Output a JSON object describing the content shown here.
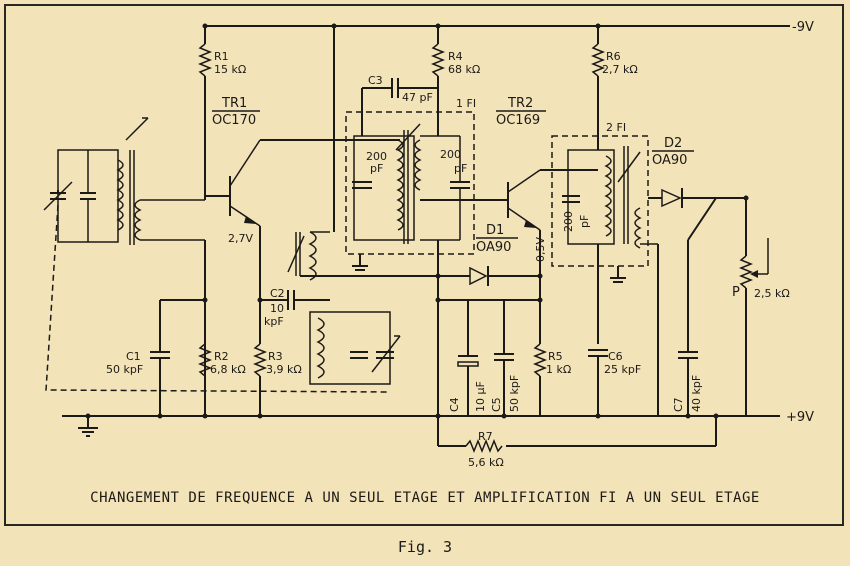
{
  "supply": {
    "neg": "-9V",
    "pos": "+9V"
  },
  "components": {
    "R1": {
      "ref": "R1",
      "value": "15 kΩ"
    },
    "R2": {
      "ref": "R2",
      "value": "6,8 kΩ"
    },
    "R3": {
      "ref": "R3",
      "value": "3,9 kΩ"
    },
    "R4": {
      "ref": "R4",
      "value": "68 kΩ"
    },
    "R5": {
      "ref": "R5",
      "value": "1 kΩ"
    },
    "R6": {
      "ref": "R6",
      "value": "2,7 kΩ"
    },
    "R7": {
      "ref": "R7",
      "value": "5,6 kΩ"
    },
    "P": {
      "ref": "P",
      "value": "2,5 kΩ"
    },
    "C1": {
      "ref": "C1",
      "value": "50 kpF"
    },
    "C2": {
      "ref": "C2",
      "value": "10",
      "unit": "kpF"
    },
    "C3": {
      "ref": "C3",
      "value": "47 pF"
    },
    "C4": {
      "ref": "C4",
      "value": "10 µF"
    },
    "C5": {
      "ref": "C5",
      "value": "50 kpF"
    },
    "C6": {
      "ref": "C6",
      "value": "25 kpF"
    },
    "C7": {
      "ref": "C7",
      "value": "40 kpF"
    },
    "TR1": {
      "ref": "TR1",
      "type": "OC170",
      "voltage": "2,7V"
    },
    "TR2": {
      "ref": "TR2",
      "type": "OC169",
      "voltage": "0,5V"
    },
    "D1": {
      "ref": "D1",
      "type": "OA90"
    },
    "D2": {
      "ref": "D2",
      "type": "OA90"
    },
    "FI1": {
      "ref": "1 FI",
      "cap_a": "200",
      "cap_a_unit": "pF",
      "cap_b": "200",
      "cap_b_unit": "pF"
    },
    "FI2": {
      "ref": "2 FI",
      "cap": "200",
      "cap_unit": "pF"
    }
  },
  "caption": "CHANGEMENT DE FREQUENCE A UN SEUL ETAGE ET AMPLIFICATION FI A UN SEUL ETAGE",
  "figure_label": "Fig. 3"
}
